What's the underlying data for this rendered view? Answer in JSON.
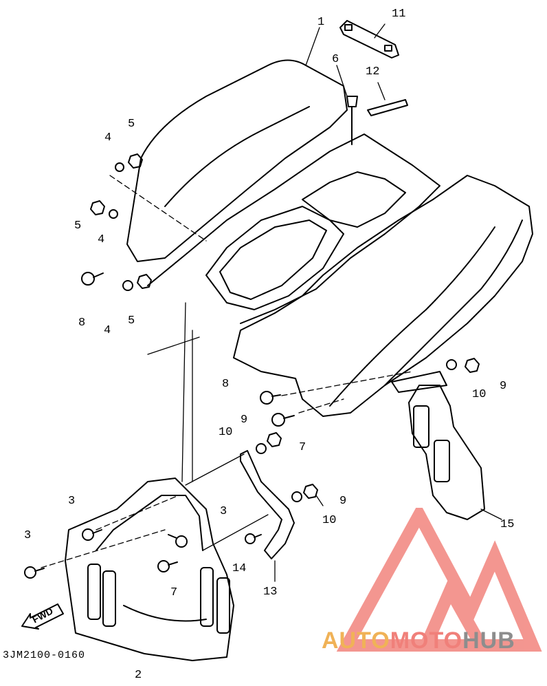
{
  "diagram": {
    "part_code": "3JM2100-0160",
    "direction_label": "FWD",
    "callouts": [
      {
        "id": "c1",
        "label": "1"
      },
      {
        "id": "c2",
        "label": "2"
      },
      {
        "id": "c3a",
        "label": "3"
      },
      {
        "id": "c3b",
        "label": "3"
      },
      {
        "id": "c3c",
        "label": "3"
      },
      {
        "id": "c4a",
        "label": "4"
      },
      {
        "id": "c4b",
        "label": "4"
      },
      {
        "id": "c4c",
        "label": "4"
      },
      {
        "id": "c5a",
        "label": "5"
      },
      {
        "id": "c5b",
        "label": "5"
      },
      {
        "id": "c5c",
        "label": "5"
      },
      {
        "id": "c6",
        "label": "6"
      },
      {
        "id": "c7a",
        "label": "7"
      },
      {
        "id": "c7b",
        "label": "7"
      },
      {
        "id": "c8a",
        "label": "8"
      },
      {
        "id": "c8b",
        "label": "8"
      },
      {
        "id": "c9a",
        "label": "9"
      },
      {
        "id": "c9b",
        "label": "9"
      },
      {
        "id": "c9c",
        "label": "9"
      },
      {
        "id": "c10a",
        "label": "10"
      },
      {
        "id": "c10b",
        "label": "10"
      },
      {
        "id": "c10c",
        "label": "10"
      },
      {
        "id": "c11",
        "label": "11"
      },
      {
        "id": "c12",
        "label": "12"
      },
      {
        "id": "c13",
        "label": "13"
      },
      {
        "id": "c14",
        "label": "14"
      },
      {
        "id": "c15",
        "label": "15"
      }
    ]
  },
  "watermark": {
    "brand_part1": "AUTO",
    "brand_part2": "MOTO",
    "brand_part3": "HUB",
    "colors": {
      "auto": "#f0b257",
      "moto": "#f0807a",
      "hub": "#8d8d8d"
    }
  }
}
